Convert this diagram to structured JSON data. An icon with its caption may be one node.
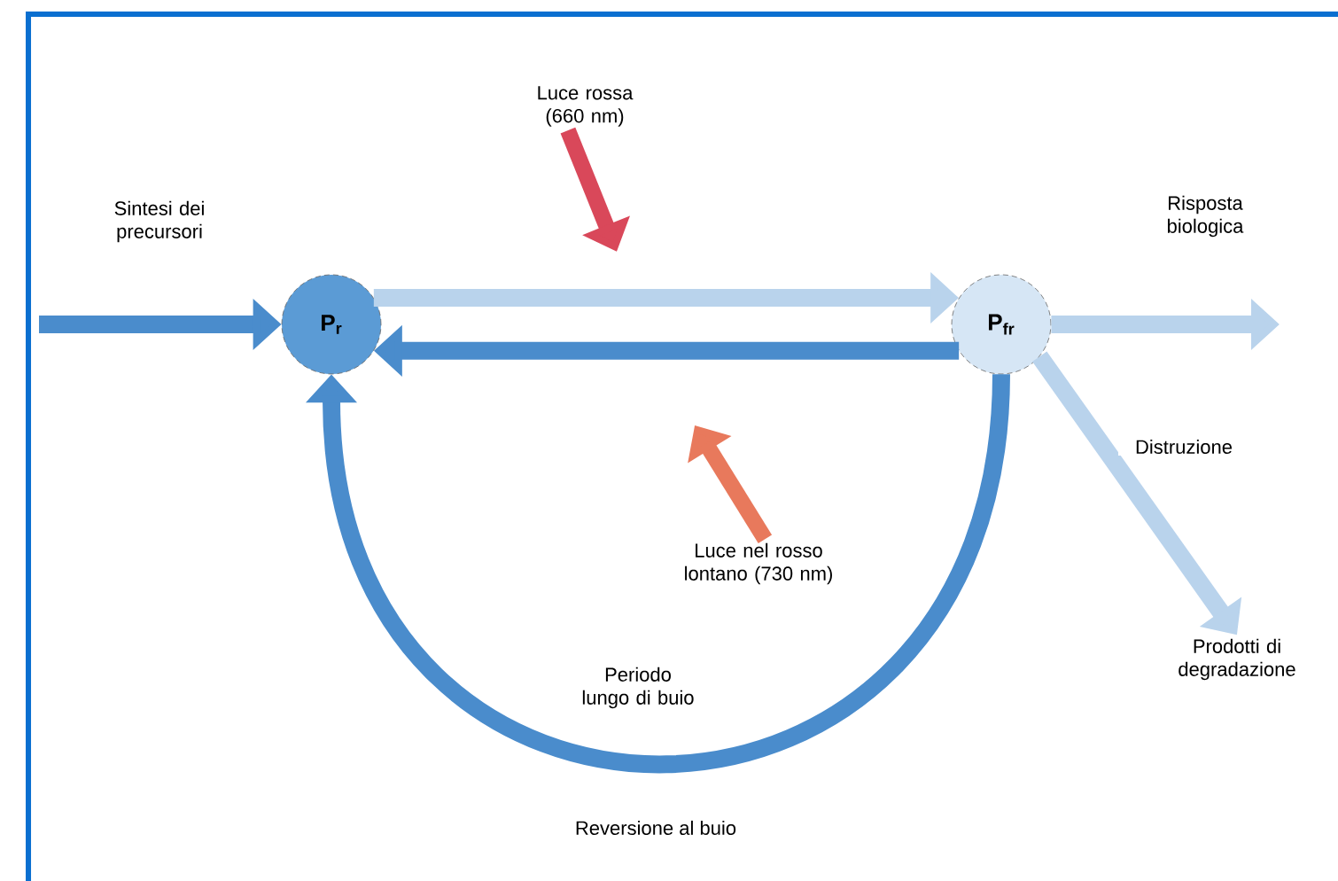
{
  "diagram": {
    "nodes": [
      {
        "text": [
          "P$_{r}$"
        ]
      },
      {
        "text": [
          "P$_{fr}$"
        ]
      },
      {
        "text": [
          "Prodotti di degradazione"
        ]
      },
      {
        "text": [
          "Luce rossa (660 nm)"
        ]
      },
      {
        "text": [
          "Luce nel rosso lontano (730 nm)"
        ]
      }
    ],
    "edges": [
      {
        "from": null,
        "to": 0,
        "arrow": "to",
        "label": "Sintesi dei precursori",
        "color": "#4a8ccc"
      },
      {
        "from": 0,
        "to": 1,
        "arrow": "to",
        "color": "#b9d3ec"
      },
      {
        "from": 1,
        "to": 0,
        "arrow": "to",
        "color": "#4a8ccc"
      },
      {
        "from": 1,
        "to": null,
        "arrow": "to",
        "label": "Risposta biologica",
        "color": "#b9d3ec"
      },
      {
        "from": 1,
        "to": 2,
        "arrow": "to",
        "label": "Distruzione",
        "color": "#b9d3ec"
      },
      {
        "from": 1,
        "to": 0,
        "arrow": "to",
        "label": "Periodo lungo di buio",
        "color": "#4a8ccc"
      },
      {
        "from": 3,
        "to": null,
        "arrow": "to",
        "color": "#d9485a"
      },
      {
        "from": 4,
        "to": null,
        "arrow": "to",
        "color": "#e8795c"
      }
    ],
    "labels": [
      "Reversione al buio"
    ]
  }
}
